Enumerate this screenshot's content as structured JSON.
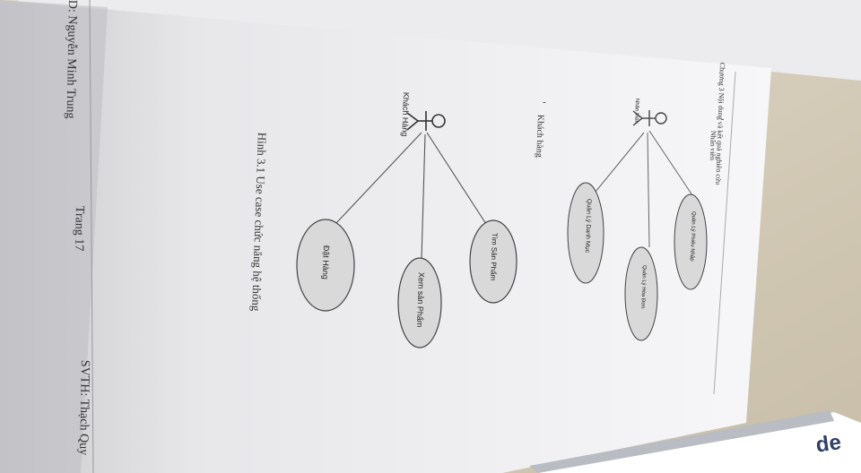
{
  "page": {
    "header": "Chương 3 Nội dung và kết quả nghiên cứu",
    "section_employee": "Nhân viên",
    "section_customer": "Khách hàng",
    "bullet": "-",
    "caption": "Hình 3.1 Use case chức năng hệ thống",
    "footer_left": "D: Nguyễn Minh Trung",
    "footer_center": "Trang 17",
    "footer_right": "SVTH: Thạch Quy"
  },
  "diagram": {
    "actor_employee": "Nhân Viên",
    "actor_customer": "Khách Hàng",
    "employee_use_cases": [
      "Quản Lý Phiếu Nhập",
      "Quản Lý Hóa Đơn",
      "Quản Lý Danh Mục"
    ],
    "customer_use_cases": [
      "Tìm Sản Phẩm",
      "Xem sản Phẩm",
      "Đặt Hàng"
    ]
  },
  "book": {
    "cover_text": "de"
  },
  "colors": {
    "desk": "#d8cfbd",
    "paper": "#f4f4f6",
    "ellipse_fill": "#d9d9d9",
    "line": "#555555"
  }
}
